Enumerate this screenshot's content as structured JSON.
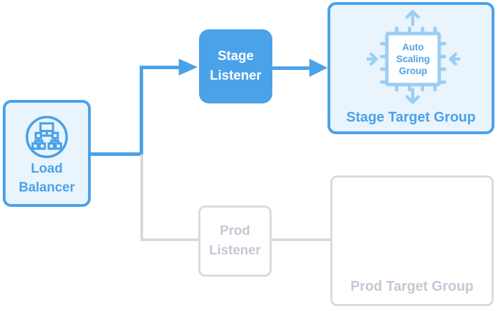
{
  "colors": {
    "blue": "#4AA2E9",
    "blue_fill": "#EAF4FD",
    "blue_icon": "#9CCEF4",
    "gray_border": "#D7DBE2",
    "gray_line": "#D6DAE0",
    "gray_text": "#C3C9D4",
    "white": "#FFFFFF"
  },
  "diagram": {
    "load_balancer": {
      "label": "Load\nBalancer",
      "icon": "load-balancer-icon"
    },
    "stage_listener": {
      "label": "Stage\nListener"
    },
    "stage_target_group": {
      "label": "Stage Target Group",
      "auto_scaling_group": {
        "label": "Auto\nScaling\nGroup",
        "icon": "auto-scaling-chip-icon"
      }
    },
    "prod_listener": {
      "label": "Prod\nListener"
    },
    "prod_target_group": {
      "label": "Prod Target Group"
    }
  }
}
